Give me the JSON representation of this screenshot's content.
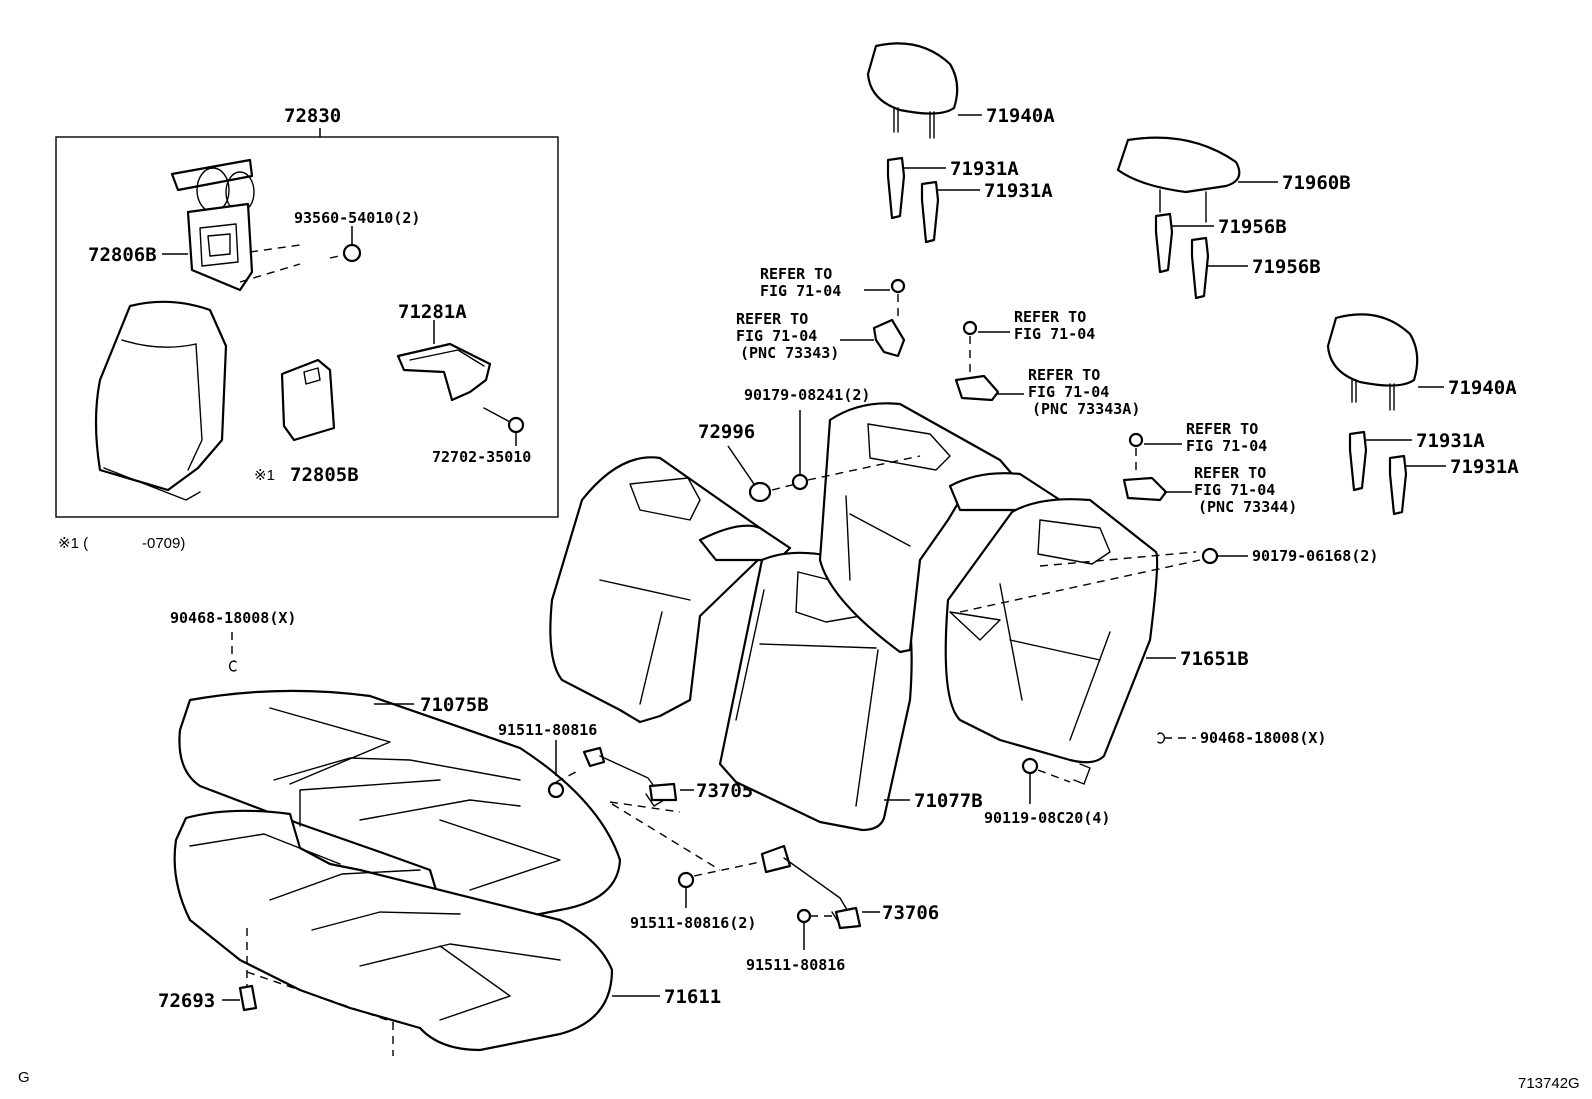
{
  "labels": {
    "p72830": "72830",
    "p72806B": "72806B",
    "p93560": "93560-54010(2)",
    "p71281A": "71281A",
    "p72702": "72702-35010",
    "p72805B": "72805B",
    "mark1": "※1",
    "note1_mark": "※1 (",
    "note1_val": "-0709)",
    "p90468_top": "90468-18008(X)",
    "p71075B": "71075B",
    "p91511_a": "91511-80816",
    "p73705": "73705",
    "p71077B": "71077B",
    "p72996": "72996",
    "p90179_08241": "90179-08241(2)",
    "p91511_b": "91511-80816(2)",
    "p73706": "73706",
    "p91511_c": "91511-80816",
    "p72693": "72693",
    "p71611": "71611",
    "p71940A_a": "71940A",
    "p71931A_a": "71931A",
    "p71931A_b": "71931A",
    "p71960B": "71960B",
    "p71956B_a": "71956B",
    "p71956B_b": "71956B",
    "p71940A_b": "71940A",
    "p71931A_c": "71931A",
    "p71931A_d": "71931A",
    "p90179_06168": "90179-06168(2)",
    "p71651B": "71651B",
    "p90468_right": "90468-18008(X)",
    "p90119": "90119-08C20(4)",
    "ref1_l1": "REFER TO",
    "ref1_l2": "FIG 71-04",
    "ref2_l1": "REFER TO",
    "ref2_l2": "FIG 71-04",
    "ref2_l3": "(PNC 73343)",
    "ref3_l1": "REFER TO",
    "ref3_l2": "FIG 71-04",
    "ref4_l1": "REFER TO",
    "ref4_l2": "FIG 71-04",
    "ref4_l3": "(PNC 73343A)",
    "ref5_l1": "REFER TO",
    "ref5_l2": "FIG 71-04",
    "ref6_l1": "REFER TO",
    "ref6_l2": "FIG 71-04",
    "ref6_l3": "(PNC 73344)",
    "corner_left": "G",
    "corner_right": "713742G"
  }
}
